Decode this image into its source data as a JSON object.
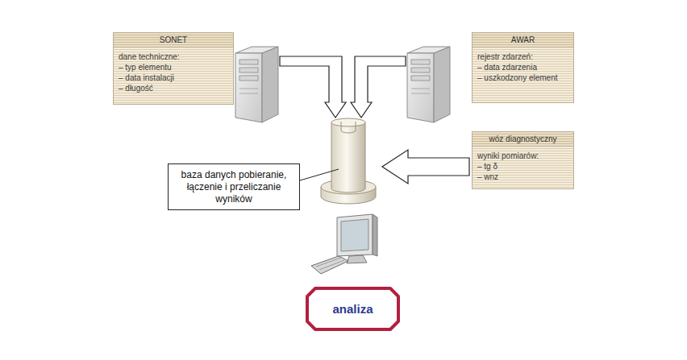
{
  "diagram": {
    "nodes": [
      {
        "text": [
          "SONET",
          "dane techniczne:",
          "– typ elementu",
          "– data instalacji",
          "– długość"
        ]
      },
      {
        "text": [
          "AWAR",
          "rejestr zdarzeń:",
          "– data zdarzenia",
          "– uszkodzony element"
        ]
      },
      {
        "text": [
          "wóz diagnostyczny",
          "wyniki pomiarów:",
          "– tg δ",
          "– wnz"
        ]
      },
      {
        "text": [
          "baza danych pobieranie, łączenie i przeliczanie wyników"
        ]
      },
      {
        "text": [
          "analiza"
        ]
      }
    ]
  }
}
